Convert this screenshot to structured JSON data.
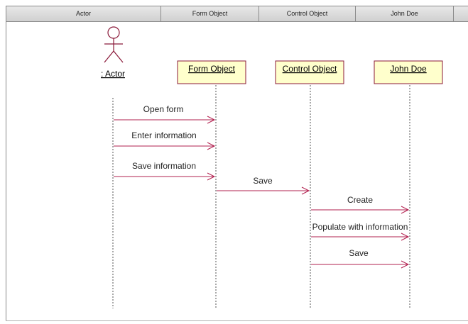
{
  "header": {
    "columns": [
      "Actor",
      "Form Object",
      "Control Object",
      "John Doe"
    ]
  },
  "diagram": {
    "actor_label": ": Actor",
    "objects": [
      "Form Object",
      "Control Object",
      "John Doe"
    ],
    "messages": [
      {
        "label": "Open form",
        "from": "actor",
        "to": "Form Object"
      },
      {
        "label": "Enter information",
        "from": "actor",
        "to": "Form Object"
      },
      {
        "label": "Save information",
        "from": "actor",
        "to": "Form Object"
      },
      {
        "label": "Save",
        "from": "Form Object",
        "to": "Control Object"
      },
      {
        "label": "Create",
        "from": "Control Object",
        "to": "John Doe"
      },
      {
        "label": "Populate with information",
        "from": "Control Object",
        "to": "John Doe"
      },
      {
        "label": "Save",
        "from": "Control Object",
        "to": "John Doe"
      }
    ],
    "colors": {
      "object_fill": "#ffffcc",
      "object_border": "#8b1a3a",
      "actor_stroke": "#8b1a3a",
      "message_line": "#b2204f",
      "lifeline": "#555555"
    }
  }
}
